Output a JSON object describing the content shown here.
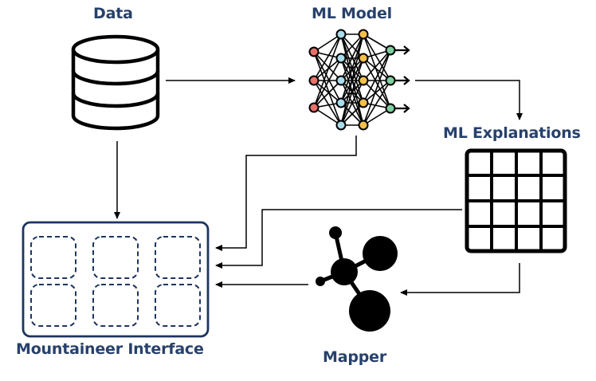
{
  "nodes": {
    "data": {
      "label": "Data",
      "icon": "database-icon"
    },
    "ml_model": {
      "label": "ML Model",
      "icon": "neural-network-icon"
    },
    "ml_explanations": {
      "label": "ML Explanations",
      "icon": "grid-table-icon"
    },
    "mountaineer": {
      "label": "Mountaineer Interface",
      "icon": "dashboard-panels-icon"
    },
    "mapper": {
      "label": "Mapper",
      "icon": "mapper-graph-icon"
    }
  },
  "colors": {
    "label": "#27416a",
    "frame": "#1c3561",
    "line": "#000000",
    "neuron_red": "#e8706a",
    "neuron_blue": "#a9dcef",
    "neuron_yellow": "#f3c04b",
    "neuron_green": "#7fcf9e"
  }
}
